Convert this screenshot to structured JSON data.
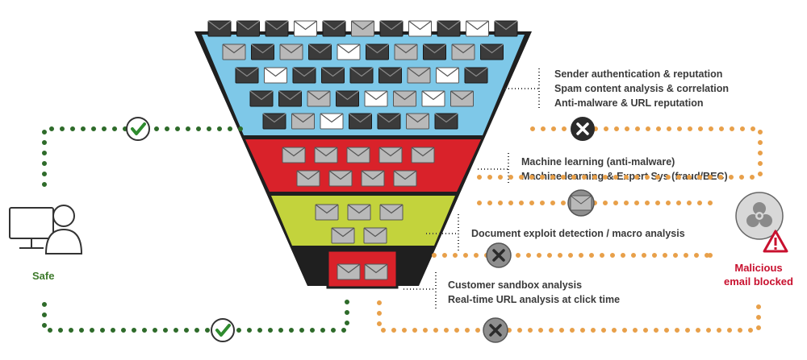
{
  "colors": {
    "tier1": "#7ec8e8",
    "tier2": "#d9222a",
    "tier3": "#c3d33c",
    "tier4": "#d9222a",
    "safe_path": "#2e6b2a",
    "blocked_path": "#e8a04a",
    "envelope_dark": "#3b3b3b",
    "envelope_light": "#ffffff",
    "envelope_gray": "#b9b9b9",
    "alert": "#c8102e"
  },
  "stages": [
    {
      "id": "tier1",
      "lines": [
        "Sender authentication & reputation",
        "Spam content analysis & correlation",
        "Anti-malware & URL reputation"
      ]
    },
    {
      "id": "tier2",
      "lines": [
        "Machine learning (anti-malware)",
        "Machine learning & Expert Sys (fraud/BEC)"
      ]
    },
    {
      "id": "tier3",
      "lines": [
        "Document exploit detection / macro analysis"
      ]
    },
    {
      "id": "tier4",
      "lines": [
        "Customer sandbox analysis",
        "Real-time URL analysis at click time"
      ]
    }
  ],
  "safe_label": "Safe",
  "blocked_label": [
    "Malicious",
    "email blocked"
  ],
  "icons": {
    "user": "user-at-computer-icon",
    "safe_check": "check-icon",
    "blocked": "blocked-x-icon",
    "biohazard": "biohazard-icon",
    "warning": "warning-icon",
    "envelope": "envelope-icon"
  }
}
